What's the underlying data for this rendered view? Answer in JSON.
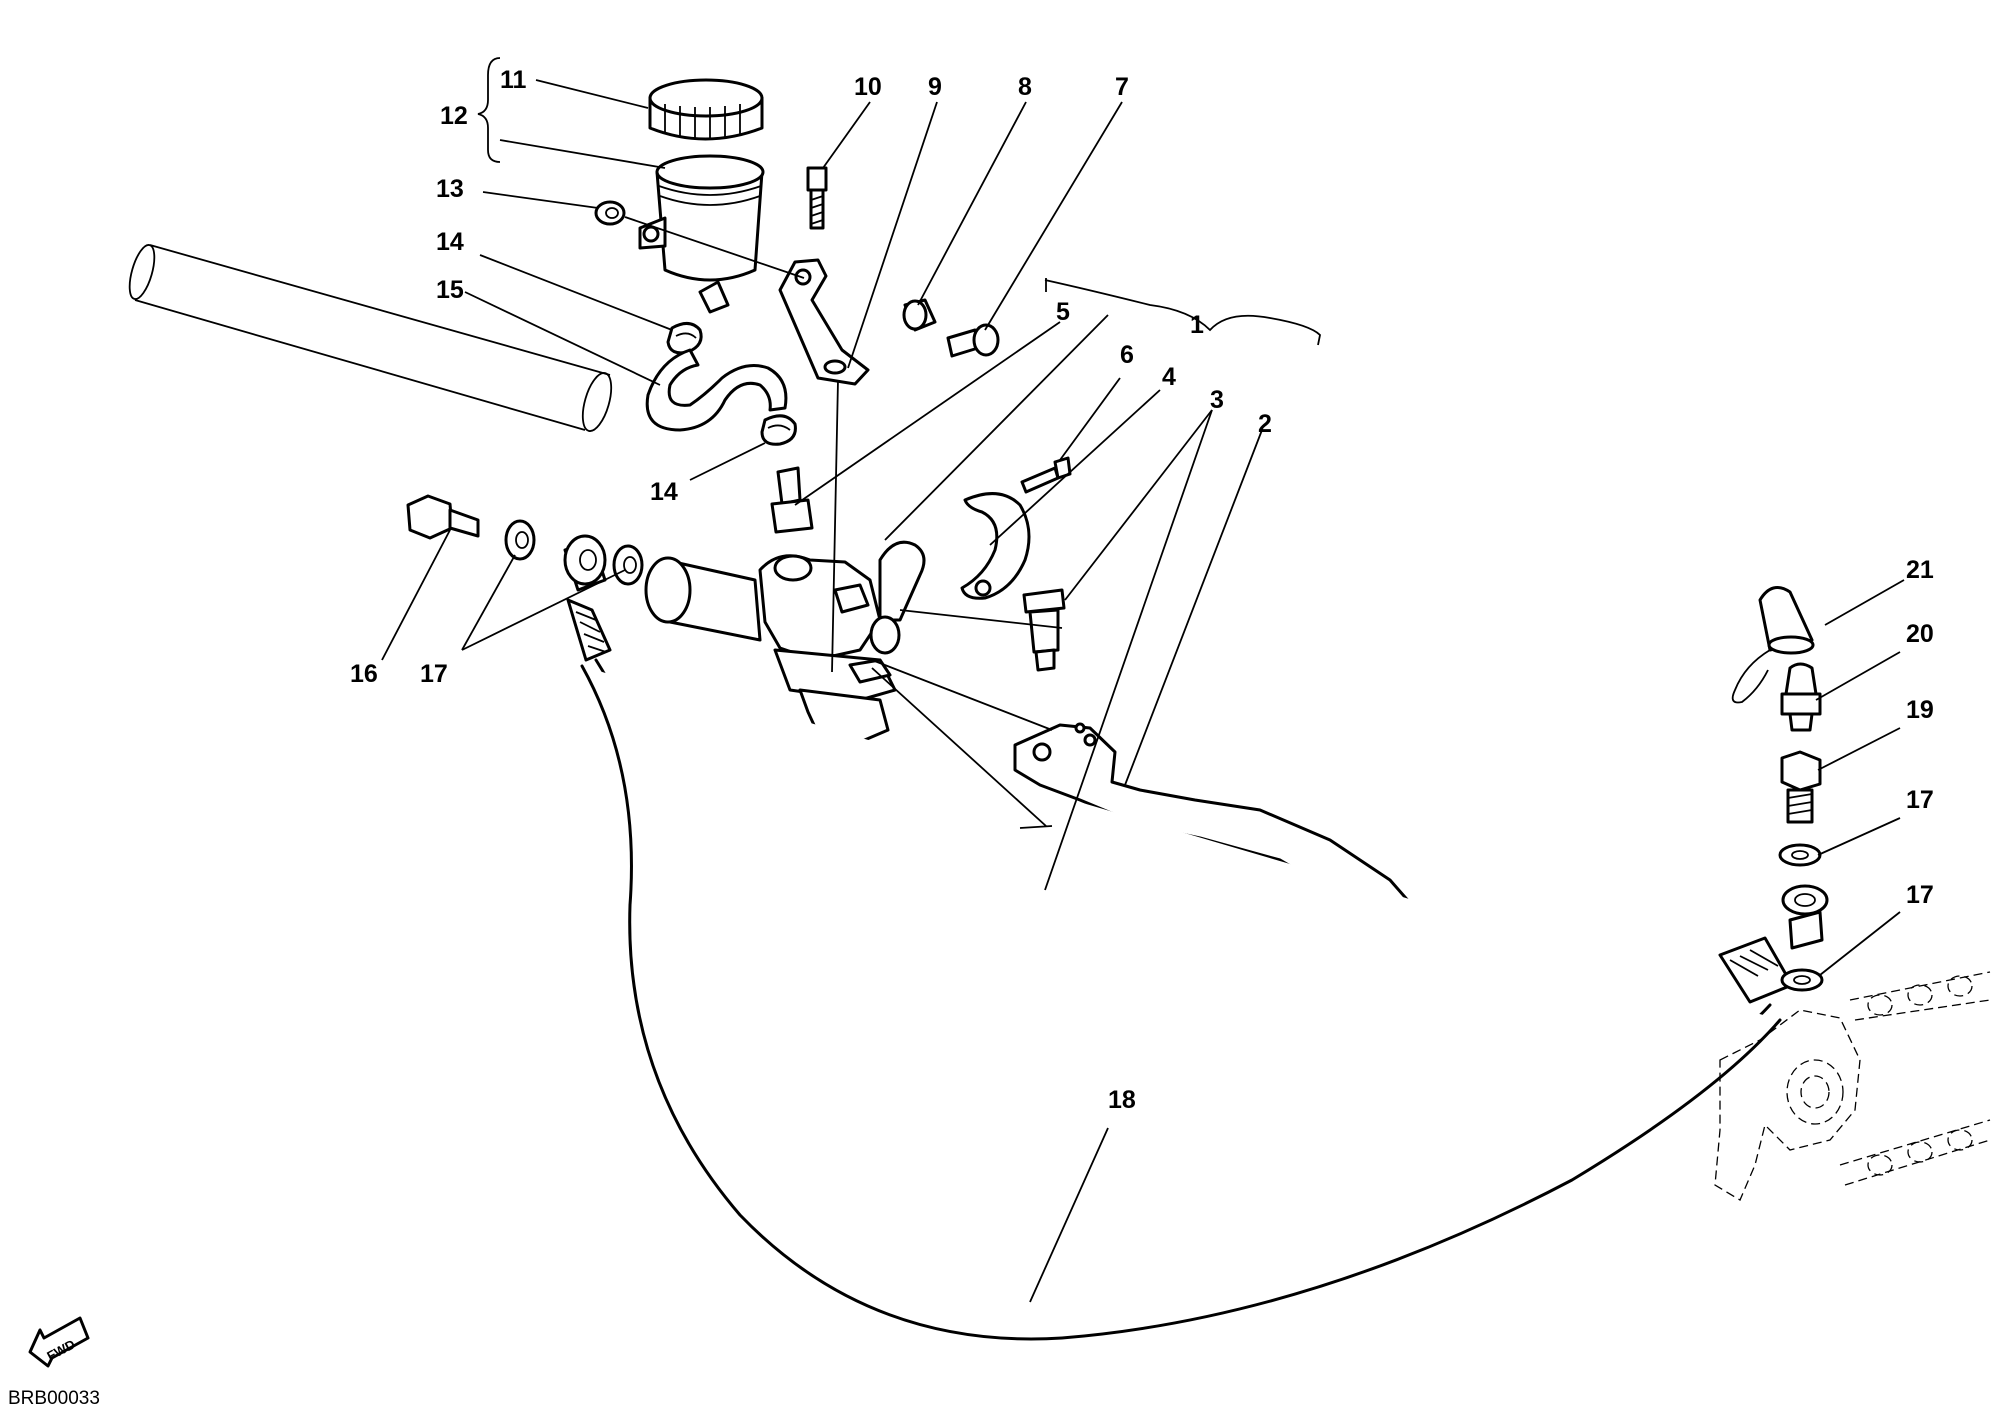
{
  "diagram": {
    "drawing_code": "BRB00033",
    "direction_arrow_label": "FWD",
    "callouts": [
      {
        "key": "c1",
        "label": "1"
      },
      {
        "key": "c2",
        "label": "2"
      },
      {
        "key": "c3",
        "label": "3"
      },
      {
        "key": "c4",
        "label": "4"
      },
      {
        "key": "c5",
        "label": "5"
      },
      {
        "key": "c6",
        "label": "6"
      },
      {
        "key": "c7",
        "label": "7"
      },
      {
        "key": "c8",
        "label": "8"
      },
      {
        "key": "c9",
        "label": "9"
      },
      {
        "key": "c10",
        "label": "10"
      },
      {
        "key": "c11",
        "label": "11"
      },
      {
        "key": "c12",
        "label": "12"
      },
      {
        "key": "c13",
        "label": "13"
      },
      {
        "key": "c14a",
        "label": "14"
      },
      {
        "key": "c14b",
        "label": "14"
      },
      {
        "key": "c15",
        "label": "15"
      },
      {
        "key": "c16",
        "label": "16"
      },
      {
        "key": "c17a",
        "label": "17"
      },
      {
        "key": "c17b",
        "label": "17"
      },
      {
        "key": "c17c",
        "label": "17"
      },
      {
        "key": "c18",
        "label": "18"
      },
      {
        "key": "c19",
        "label": "19"
      },
      {
        "key": "c20",
        "label": "20"
      },
      {
        "key": "c21",
        "label": "21"
      }
    ]
  }
}
